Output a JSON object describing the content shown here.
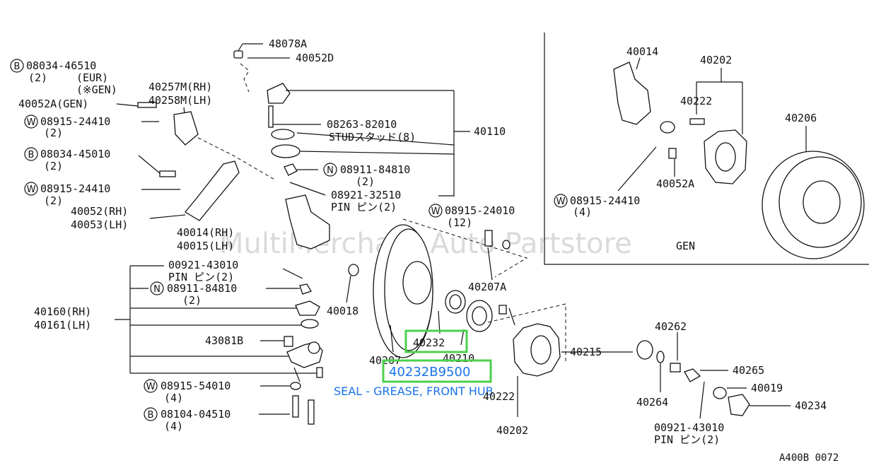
{
  "watermark": "MultiMerchant Auto Partstore",
  "diagram_code": "A400B 0072",
  "highlight": {
    "part_number": "40232",
    "oem_number": "40232B9500",
    "description": "SEAL - GREASE, FRONT HUB"
  },
  "labels": {
    "p48078A": "48078A",
    "p40052D": "40052D",
    "b08034_46510": "08034-46510",
    "q2a": "(2)",
    "eur": "(EUR)",
    "gen_star": "(※GEN)",
    "p40052A_gen": "40052A(GEN)",
    "p40257M": "40257M(RH)",
    "p40258M": "40258M(LH)",
    "w08915_24410a": "08915-24410",
    "q2b": "(2)",
    "p08263_82010": "08263-82010",
    "stud": "STUDスタッド(8)",
    "p40110": "40110",
    "b08034_45010": "08034-45010",
    "q2c": "(2)",
    "n08911_84810a": "08911-84810",
    "q2d": "(2)",
    "w08915_24410b": "08915-24410",
    "q2e": "(2)",
    "p08921_32510": "08921-32510",
    "pin2a": "PIN ピン(2)",
    "p40052_rh": "40052(RH)",
    "p40053_lh": "40053(LH)",
    "w08915_24010": "08915-24010",
    "q12": "(12)",
    "p40014_rh": "40014(RH)",
    "p40015_lh": "40015(LH)",
    "p00921_43010a": "00921-43010",
    "pin2b": "PIN ピン(2)",
    "n08911_84810b": "08911-84810",
    "q2f": "(2)",
    "p40207A": "40207A",
    "p40160": "40160(RH)",
    "p40161": "40161(LH)",
    "p40018": "40018",
    "p43081B": "43081B",
    "p40207": "40207",
    "p40210": "40210",
    "p40215": "40215",
    "p40222a": "40222",
    "p40262": "40262",
    "p40265": "40265",
    "w08915_54010": "08915-54010",
    "q4a": "(4)",
    "p40019": "40019",
    "p40264": "40264",
    "p40234": "40234",
    "b08104_04510": "08104-04510",
    "q4b": "(4)",
    "p40202a": "40202",
    "p00921_43010b": "00921-43010",
    "pin2c": "PIN ピン(2)",
    "i40014": "40014",
    "i40202": "40202",
    "i40222": "40222",
    "i40206": "40206",
    "i40052A": "40052A",
    "iw08915_24410": "08915-24410",
    "iq4": "(4)",
    "gen": "GEN"
  },
  "symbols": {
    "bolt": "B",
    "washer": "W",
    "nut": "N"
  }
}
